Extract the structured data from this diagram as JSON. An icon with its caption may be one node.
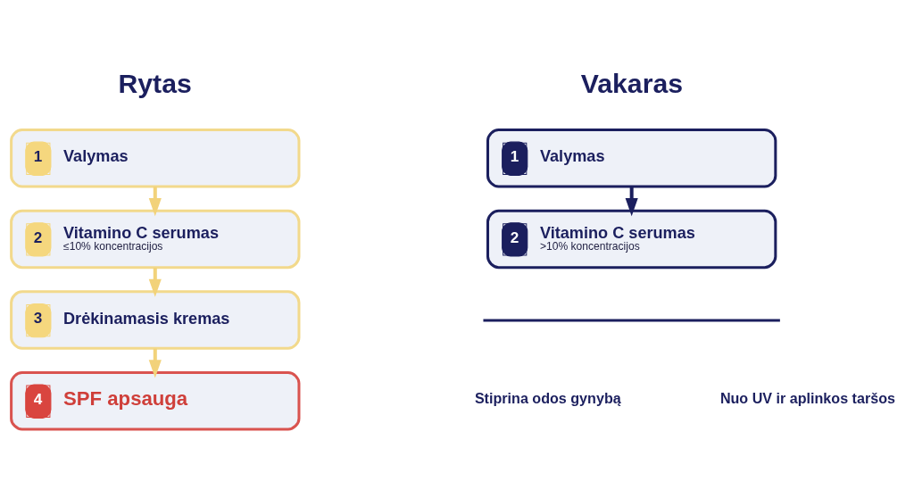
{
  "diagram": {
    "nodes": [
      {
        "text": [
          "1",
          "Valymas"
        ]
      },
      {
        "text": [
          "2",
          "Vitamino C serumas",
          "≤10% koncentracijos"
        ]
      },
      {
        "text": [
          "3",
          "Drėkinamasis kremas"
        ]
      },
      {
        "text": [
          "4",
          "SPF apsauga"
        ]
      },
      {
        "text": [
          "1",
          "Valymas"
        ]
      },
      {
        "text": [
          "2",
          "Vitamino C serumas",
          ">10% koncentracijos"
        ]
      }
    ],
    "edges": [
      {
        "from": 0,
        "to": 1,
        "arrow": "to"
      },
      {
        "from": 1,
        "to": 2,
        "arrow": "to"
      },
      {
        "from": 2,
        "to": 3,
        "arrow": "to"
      },
      {
        "from": 4,
        "to": 5,
        "arrow": "to",
        "color": "#1b1f5e"
      }
    ],
    "labels": [
      "Rytas",
      "Vakaras",
      "Stiprina odos gynybą",
      "Nuo UV ir aplinkos taršos"
    ]
  }
}
